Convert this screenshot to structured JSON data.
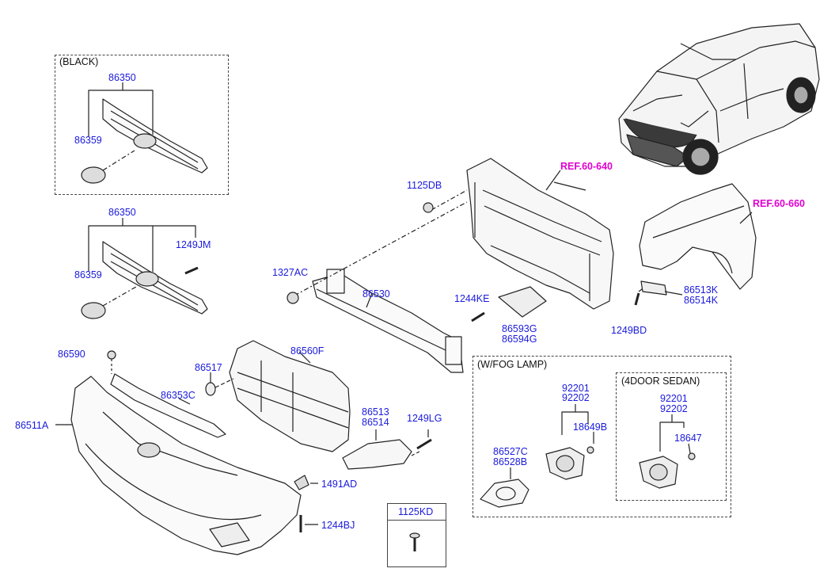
{
  "groups": {
    "black": "(BLACK)",
    "fog_lamp": "(W/FOG LAMP)",
    "sedan": "(4DOOR SEDAN)"
  },
  "refs": {
    "radiator_support": "REF.60-640",
    "fender": "REF.60-660"
  },
  "parts": {
    "grille_black": "86350",
    "emblem_black": "86359",
    "grille": "86350",
    "emblem": "86359",
    "grille_screw": "1249JM",
    "bolt_1125db": "1125DB",
    "nut_1327ac": "1327AC",
    "beam": "86530",
    "screw_1244ke": "1244KE",
    "bracket_a": "86593G",
    "bracket_b": "86594G",
    "fender_bracket_a": "86513K",
    "fender_bracket_b": "86514K",
    "screw_1249bd": "1249BD",
    "clip_86590": "86590",
    "lower_grille": "86560F",
    "cap_86517": "86517",
    "molding": "86353C",
    "bumper": "86511A",
    "fog_cover_a": "86513",
    "fog_cover_b": "86514",
    "screw_1249lg": "1249LG",
    "clip_1491ad": "1491AD",
    "screw_1244bj": "1244BJ",
    "bolt_box": "1125KD",
    "fog_lamp_a": "92201",
    "fog_lamp_b": "92202",
    "bulb_18649b": "18649B",
    "fog_trim_a": "86527C",
    "fog_trim_b": "86528B",
    "sedan_lamp_a": "92201",
    "sedan_lamp_b": "92202",
    "bulb_18647": "18647"
  },
  "colors": {
    "part_number": "#1a1adc",
    "reference": "#e000d0",
    "line": "#222222"
  }
}
